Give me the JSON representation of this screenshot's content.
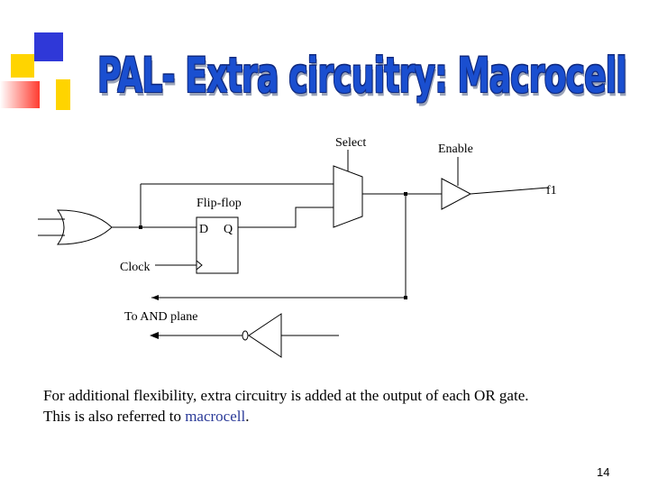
{
  "title": "PAL- Extra circuitry: Macrocell",
  "diagram": {
    "labels": {
      "select": "Select",
      "enable": "Enable",
      "output": "f1",
      "flipflop": "Flip-flop",
      "d": "D",
      "q": "Q",
      "clock": "Clock",
      "feedback": "To AND plane"
    }
  },
  "description": {
    "line1": "For additional flexibility, extra circuitry is added at the output of each OR gate.",
    "line2_prefix": "This is also referred to ",
    "keyword": "macrocell",
    "line2_suffix": "."
  },
  "page_number": "14",
  "colors": {
    "title": "#1a4fd0",
    "keyword": "#2a3a98",
    "deco_yellow": "#ffd400",
    "deco_red": "#ff3b2f",
    "deco_blue": "#2f38d8"
  }
}
